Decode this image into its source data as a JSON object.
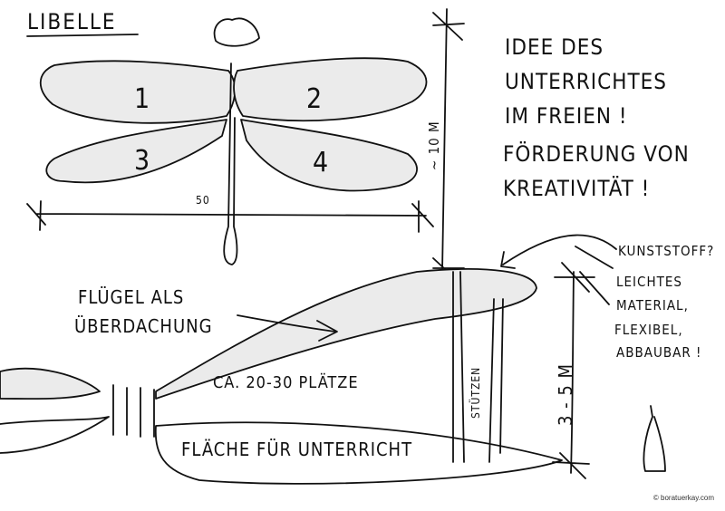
{
  "title": "LIBELLE",
  "wing_numbers": [
    "1",
    "2",
    "3",
    "4"
  ],
  "span_label": "50",
  "height_label": "~ 10 M",
  "idea_lines": [
    "IDEE DES",
    "UNTERRICHTES",
    "IM FREIEN !",
    "FÖRDERUNG VON",
    "KREATIVITÄT !"
  ],
  "canopy_label": [
    "FLÜGEL ALS",
    "ÜBERDACHUNG"
  ],
  "seats_label": "CA. 20-30 PLÄTZE",
  "supports_label": "STÜTZEN",
  "area_label": "FLÄCHE FÜR UNTERRICHT",
  "canopy_height_label": "3 - 5 M",
  "material_lines": [
    "KUNSTSTOFF?",
    "LEICHTES",
    "MATERIAL,",
    "FLEXIBEL,",
    "ABBAUBAR !"
  ],
  "copyright": "© boratuerkay.com",
  "colors": {
    "ink": "#111111",
    "wing_fill": "#ebebeb",
    "background": "#ffffff"
  }
}
